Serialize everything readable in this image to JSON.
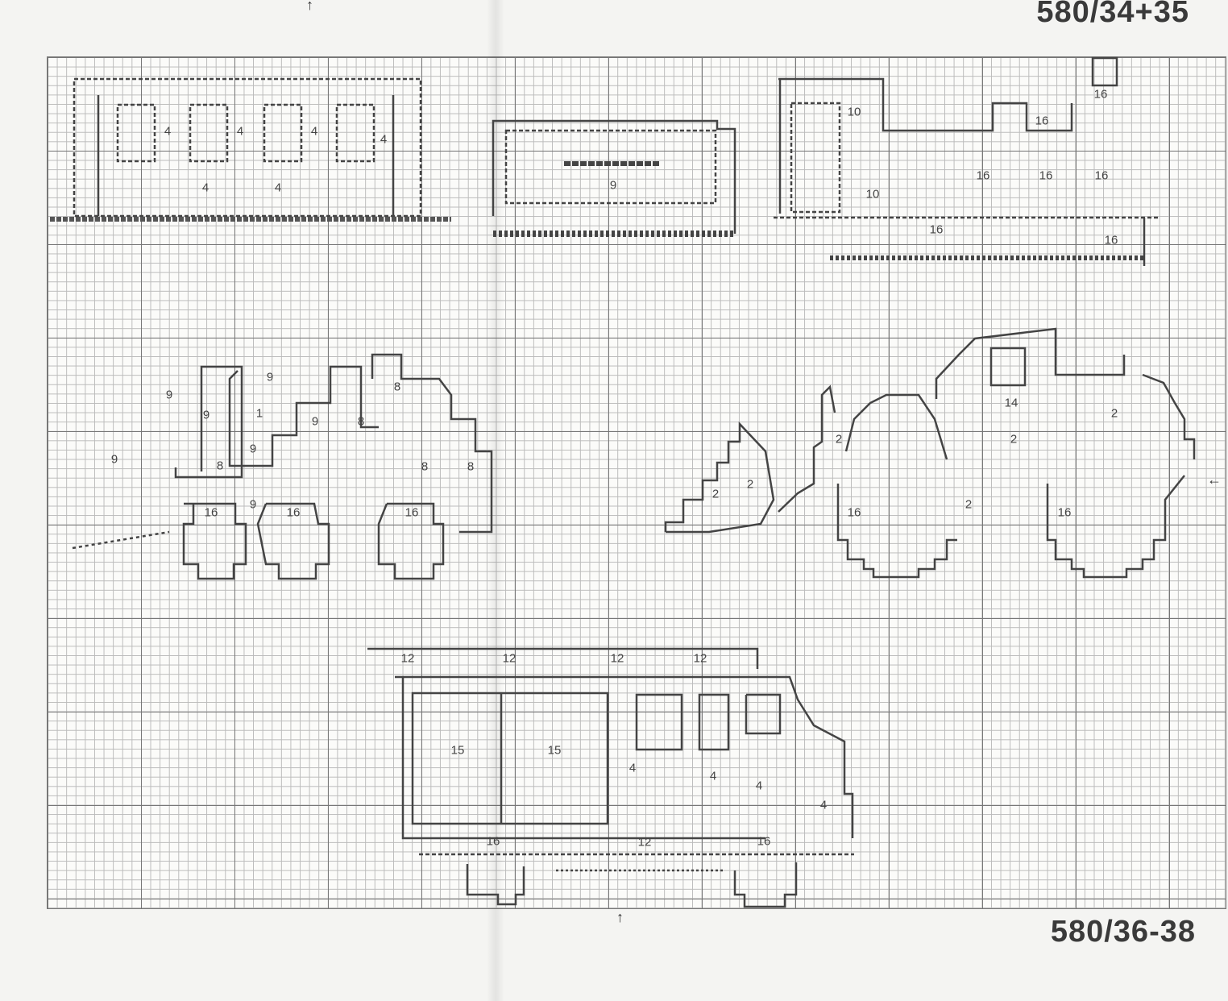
{
  "pattern_codes": {
    "top": "580/34+35",
    "bottom": "580/36-38"
  },
  "arrows": {
    "up": "↑",
    "left": "←"
  },
  "labels": {
    "train_car": [
      "4",
      "4",
      "4",
      "4",
      "4",
      "4"
    ],
    "tender": [
      "9"
    ],
    "locomotive": [
      "10",
      "10",
      "16",
      "16",
      "16",
      "16",
      "16",
      "16",
      "16"
    ],
    "dump_truck": [
      "9",
      "9",
      "9",
      "9",
      "9",
      "9",
      "9",
      "1",
      "8",
      "8",
      "8",
      "8",
      "8",
      "16",
      "16",
      "16"
    ],
    "loader": [
      "2",
      "2",
      "2",
      "2",
      "2",
      "2",
      "14",
      "16",
      "16"
    ],
    "bus": [
      "12",
      "12",
      "12",
      "12",
      "12",
      "15",
      "15",
      "4",
      "4",
      "4",
      "4",
      "16",
      "16"
    ]
  }
}
